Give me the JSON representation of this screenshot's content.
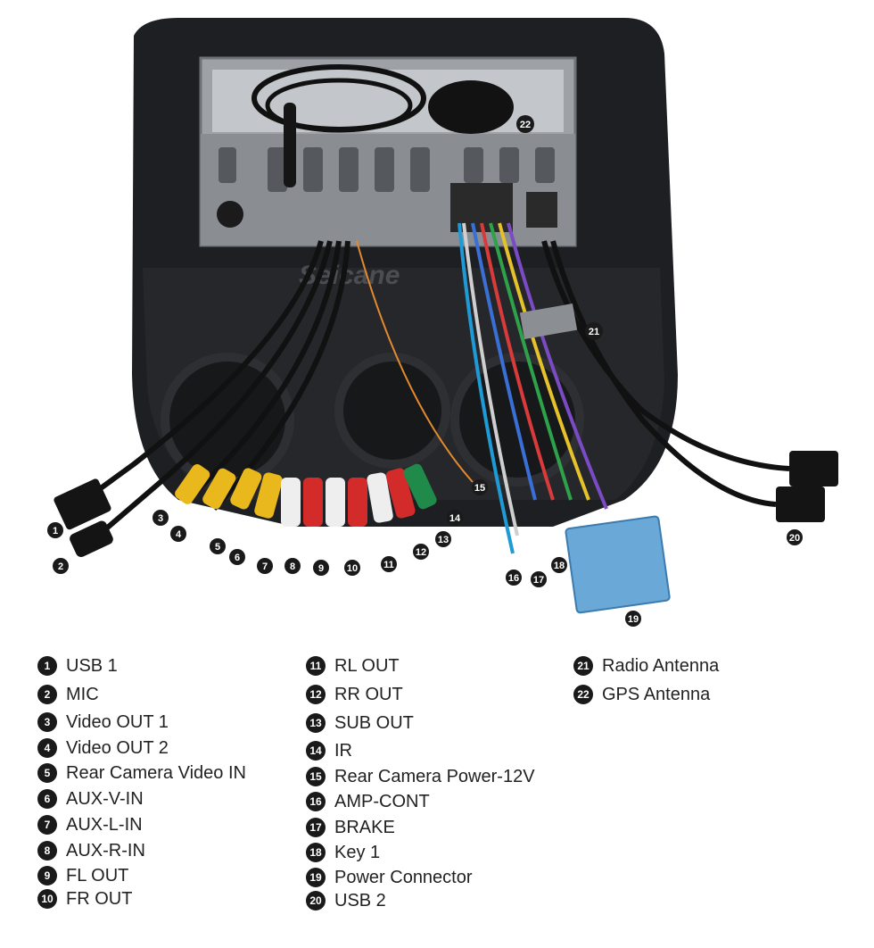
{
  "watermark": "Seicane",
  "callouts": [
    "1",
    "2",
    "3",
    "4",
    "5",
    "6",
    "7",
    "8",
    "9",
    "10",
    "11",
    "12",
    "13",
    "14",
    "15",
    "16",
    "17",
    "18",
    "19",
    "20",
    "21",
    "22"
  ],
  "legend": [
    {
      "num": "1",
      "label": "USB 1"
    },
    {
      "num": "2",
      "label": "MIC"
    },
    {
      "num": "3",
      "label": "Video OUT 1"
    },
    {
      "num": "4",
      "label": "Video OUT 2"
    },
    {
      "num": "5",
      "label": "Rear Camera Video IN"
    },
    {
      "num": "6",
      "label": "AUX-V-IN"
    },
    {
      "num": "7",
      "label": "AUX-L-IN"
    },
    {
      "num": "8",
      "label": "AUX-R-IN"
    },
    {
      "num": "9",
      "label": "FL OUT"
    },
    {
      "num": "10",
      "label": "FR OUT"
    },
    {
      "num": "11",
      "label": "RL OUT"
    },
    {
      "num": "12",
      "label": "RR OUT"
    },
    {
      "num": "13",
      "label": "SUB OUT"
    },
    {
      "num": "14",
      "label": "IR"
    },
    {
      "num": "15",
      "label": "Rear Camera Power-12V"
    },
    {
      "num": "16",
      "label": "AMP-CONT"
    },
    {
      "num": "17",
      "label": "BRAKE"
    },
    {
      "num": "18",
      "label": "Key 1"
    },
    {
      "num": "19",
      "label": "Power Connector"
    },
    {
      "num": "20",
      "label": "USB 2"
    },
    {
      "num": "21",
      "label": "Radio Antenna"
    },
    {
      "num": "22",
      "label": "GPS Antenna"
    }
  ]
}
